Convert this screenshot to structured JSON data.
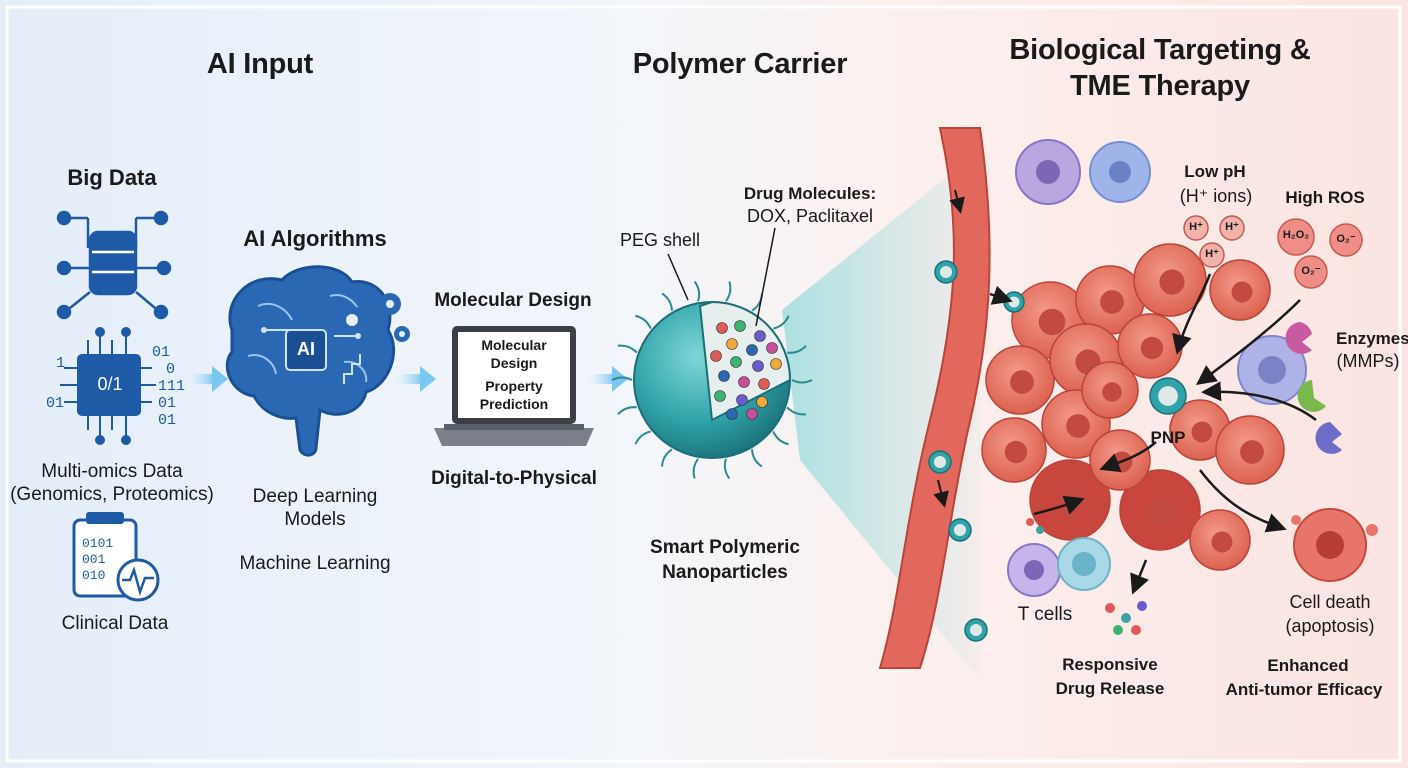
{
  "sections": {
    "ai_input": "AI Input",
    "polymer_carrier": "Polymer Carrier",
    "bio_title_line1": "Biological Targeting &",
    "bio_title_line2": "TME Therapy"
  },
  "ai_input": {
    "big_data": "Big Data",
    "multiomics_line1": "Multi-omics Data",
    "multiomics_line2": "(Genomics, Proteomics)",
    "clinical": "Clinical Data",
    "chip_label": "0/1",
    "binary_lines": [
      "01",
      "0",
      "111",
      "01",
      "01"
    ],
    "binary_left": [
      "01",
      "1"
    ],
    "doc_binary": [
      "0101",
      "001",
      "010"
    ]
  },
  "ai_algorithms": {
    "title": "AI Algorithms",
    "brain_chip": "AI",
    "deep_line1": "Deep Learning",
    "deep_line2": "Models",
    "ml": "Machine Learning"
  },
  "molecular": {
    "title": "Molecular Design",
    "screen_line1": "Molecular",
    "screen_line2": "Design",
    "screen_line3": "Property",
    "screen_line4": "Prediction",
    "caption": "Digital-to-Physical"
  },
  "nanoparticle": {
    "drug_title": "Drug Molecules:",
    "drug_names": "DOX, Paclitaxel",
    "peg": "PEG shell",
    "caption_line1": "Smart Polymeric",
    "caption_line2": "Nanoparticles"
  },
  "tme": {
    "low_ph": "Low pH",
    "h_ions": "(H⁺ ions)",
    "h_badges": [
      "H⁺",
      "H⁺",
      "H⁺"
    ],
    "high_ros": "High ROS",
    "ros_badges": [
      "H₂O₂",
      "O₂⁻",
      "O₂⁻"
    ],
    "enzymes": "Enzymes",
    "mmps": "(MMPs)",
    "pnp": "PNP",
    "tcells": "T cells",
    "cell_death_line1": "Cell death",
    "cell_death_line2": "(apoptosis)",
    "release_line1": "Responsive",
    "release_line2": "Drug Release",
    "efficacy_line1": "Enhanced",
    "efficacy_line2": "Anti-tumor Efficacy"
  },
  "colors": {
    "ai_blue": "#1f5aa6",
    "teal": "#2fa3a8",
    "tumor_red": "#e06a5c",
    "vessel_red": "#d9534f",
    "bg_left": "#eaf2fb",
    "bg_right": "#fdecea"
  }
}
